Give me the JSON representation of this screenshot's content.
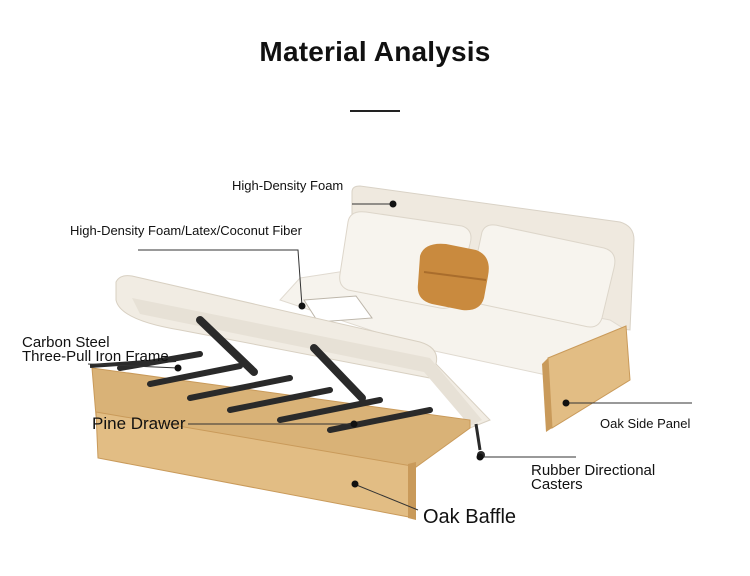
{
  "page": {
    "title": "Material Analysis"
  },
  "callouts": {
    "headrest": "High-Density Foam",
    "cushion": "High-Density Foam/Latex/Coconut Fiber",
    "frame_line1": "Carbon Steel",
    "frame_line2": "Three-Pull Iron Frame",
    "drawer": "Pine Drawer",
    "side_panel": "Oak Side Panel",
    "casters_line1": "Rubber Directional",
    "casters_line2": "Casters",
    "baffle": "Oak Baffle"
  },
  "colors": {
    "oak": "#e2bd84",
    "oak_dark": "#c99a5a",
    "upholstery": "#f3efe7",
    "pillow_accent": "#c98a3e",
    "steel": "#2a2a2a"
  }
}
